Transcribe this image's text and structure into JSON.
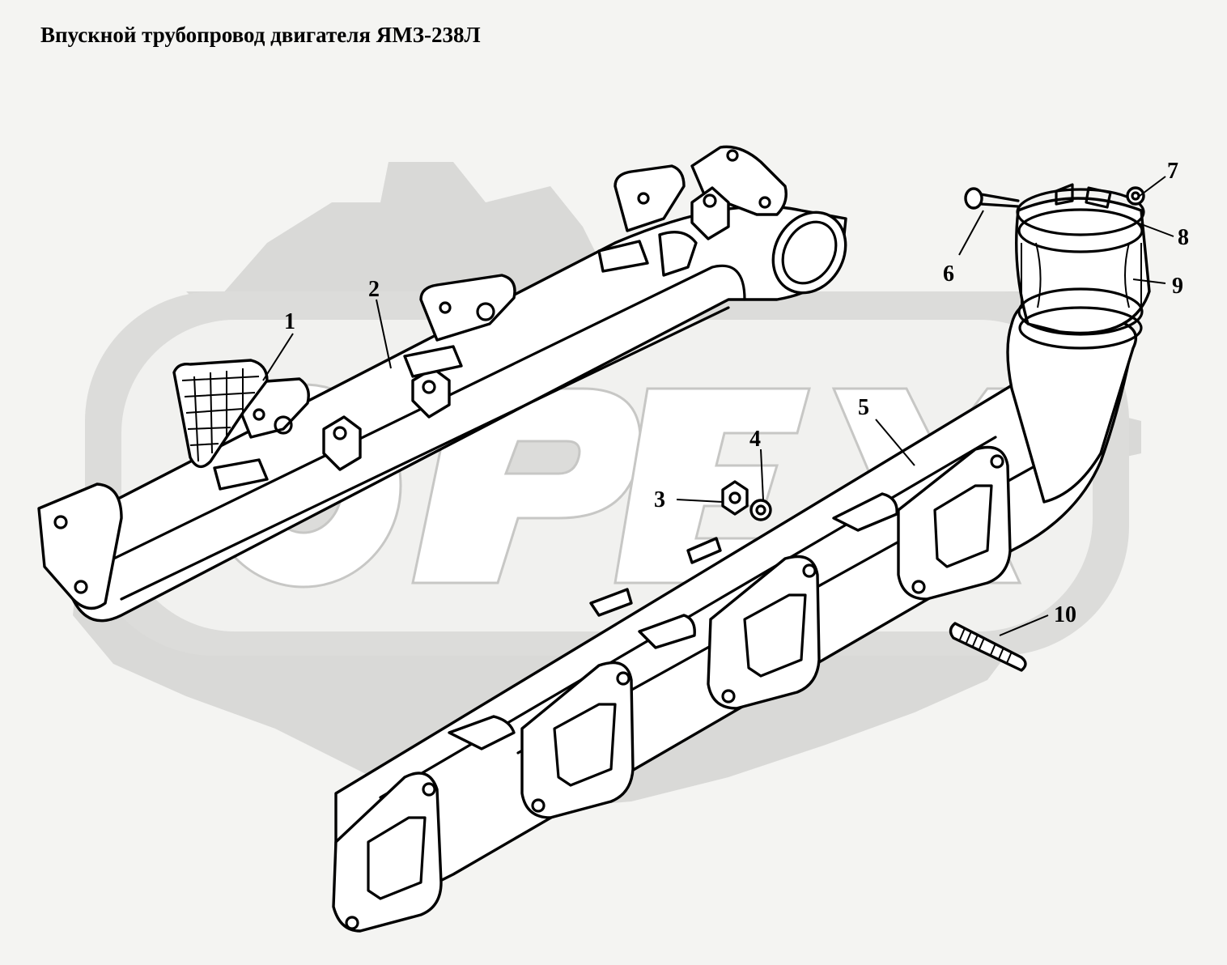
{
  "title": "Впускной трубопровод двигателя ЯМЗ-238Л",
  "watermark": "ОРЕХ",
  "callouts": [
    {
      "id": "1",
      "label": "1"
    },
    {
      "id": "2",
      "label": "2"
    },
    {
      "id": "3",
      "label": "3"
    },
    {
      "id": "4",
      "label": "4"
    },
    {
      "id": "5",
      "label": "5"
    },
    {
      "id": "6",
      "label": "6"
    },
    {
      "id": "7",
      "label": "7"
    },
    {
      "id": "8",
      "label": "8"
    },
    {
      "id": "9",
      "label": "9"
    },
    {
      "id": "10",
      "label": "10"
    }
  ],
  "colors": {
    "background": "#f4f4f2",
    "watermark_fill": "#d8d8d6",
    "line": "#000000",
    "part_fill": "#ffffff"
  }
}
